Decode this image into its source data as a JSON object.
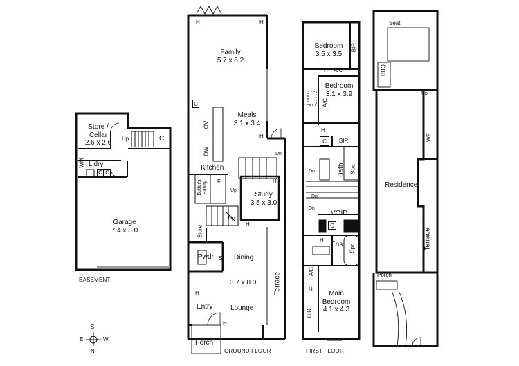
{
  "basement": {
    "store_cellar": "Store /\nCellar",
    "store_cellar_dim": "2.6 x 2.6",
    "up": "Up",
    "c": "C",
    "wm": "WM",
    "laundry": "L'dry",
    "garage": "Garage",
    "garage_dim": "7.4 x 8.0",
    "caption": "BASEMENT"
  },
  "ground": {
    "family": "Family",
    "family_dim": "5.7 x 6.2",
    "meals": "Meals",
    "meals_dim": "3.1 x 3.4",
    "kitchen": "Kitchen",
    "butlers_pantry": "Butler's\nPantry",
    "f": "F",
    "ov": "OV",
    "dw": "DW",
    "c": "C",
    "dn": "Dn",
    "up": "Up",
    "study": "Study",
    "study_dim": "3.5 x 3.0",
    "store": "Store",
    "pwdr": "Pwdr",
    "s": "S",
    "dining": "Dining",
    "dining_dim": "3.7 x 8.0",
    "terrace": "Terrace",
    "entry": "Entry",
    "lounge": "Lounge",
    "porch": "Porch",
    "h": "H",
    "caption": "GROUND FLOOR"
  },
  "first": {
    "bedroom1": "Bedroom",
    "bedroom1_dim": "3.5 x 3.5",
    "bir": "BIR",
    "ac": "A/C",
    "h": "H",
    "bedroom2": "Bedroom",
    "bedroom2_dim": "3.1 x 3.9",
    "c": "C",
    "dn": "Dn",
    "bath": "Bath",
    "spa": "Spa",
    "void": "VOID",
    "ens": "Ens",
    "main_bedroom": "Main\nBedroom",
    "main_bedroom_dim": "4.1 x 4.3",
    "caption": "FIRST FLOOR"
  },
  "site": {
    "seat": "Seat",
    "bbq": "BBQ",
    "up": "Up",
    "wf": "WF",
    "residence": "Residence",
    "terrace": "Terrace",
    "porch": "Porch"
  },
  "compass": {
    "n": "N",
    "s": "S",
    "e": "E",
    "w": "W"
  }
}
